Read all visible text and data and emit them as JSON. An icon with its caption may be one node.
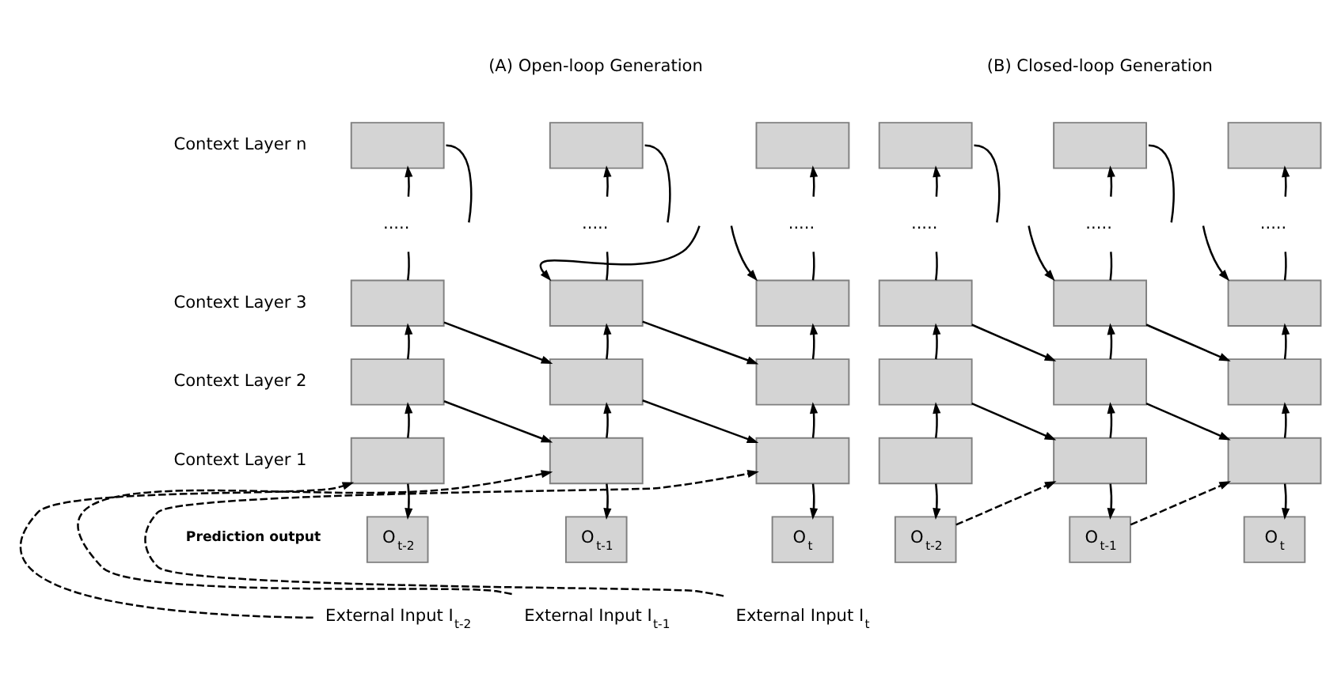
{
  "diagram": {
    "nodes": [
      {
        "text": [],
        "shape": "box"
      },
      {
        "text": [],
        "shape": "box"
      },
      {
        "text": [],
        "shape": "box"
      },
      {
        "text": [
          "....."
        ]
      },
      {
        "text": [
          "....."
        ]
      },
      {
        "text": [
          "....."
        ]
      },
      {
        "text": [],
        "shape": "box"
      },
      {
        "text": [],
        "shape": "box"
      },
      {
        "text": [],
        "shape": "box"
      },
      {
        "text": [],
        "shape": "box"
      },
      {
        "text": [],
        "shape": "box"
      },
      {
        "text": [],
        "shape": "box"
      },
      {
        "text": [],
        "shape": "box"
      },
      {
        "text": [],
        "shape": "box"
      },
      {
        "text": [],
        "shape": "box"
      },
      {
        "text": [
          "O$_{t-2}$"
        ]
      },
      {
        "text": [
          "O$_{t-1}$"
        ]
      },
      {
        "text": [
          "O$_{t}$"
        ]
      },
      {
        "text": [
          "External Input I$_{t-2}$"
        ]
      },
      {
        "text": [
          "External Input I$_{t-1}$"
        ]
      },
      {
        "text": [
          "External Input I$_{t}$"
        ]
      },
      {
        "text": [],
        "shape": "box"
      },
      {
        "text": [],
        "shape": "box"
      },
      {
        "text": [],
        "shape": "box"
      },
      {
        "text": [
          "....."
        ]
      },
      {
        "text": [
          "....."
        ]
      },
      {
        "text": [
          "....."
        ]
      },
      {
        "text": [],
        "shape": "box"
      },
      {
        "text": [],
        "shape": "box"
      },
      {
        "text": [],
        "shape": "box"
      },
      {
        "text": [],
        "shape": "box"
      },
      {
        "text": [],
        "shape": "box"
      },
      {
        "text": [],
        "shape": "box"
      },
      {
        "text": [],
        "shape": "box"
      },
      {
        "text": [],
        "shape": "box"
      },
      {
        "text": [],
        "shape": "box"
      },
      {
        "text": [
          "O$_{t-2}$"
        ]
      },
      {
        "text": [
          "O$_{t-1}$"
        ]
      },
      {
        "text": [
          "O$_{t}$"
        ]
      }
    ],
    "edges": [
      {
        "from": 3,
        "to": 0,
        "arrow": "to"
      },
      {
        "from": 4,
        "to": 1,
        "arrow": "to"
      },
      {
        "from": 5,
        "to": 2,
        "arrow": "to"
      },
      {
        "from": 0,
        "to": null,
        "arrow": "none"
      },
      {
        "from": 1,
        "to": null,
        "arrow": "none"
      },
      {
        "from": 6,
        "to": 3,
        "arrow": "none"
      },
      {
        "from": 7,
        "to": 4,
        "arrow": "none"
      },
      {
        "from": 8,
        "to": 5,
        "arrow": "none"
      },
      {
        "from": null,
        "to": 7,
        "arrow": "to"
      },
      {
        "from": null,
        "to": 8,
        "arrow": "to"
      },
      {
        "from": 9,
        "to": 6,
        "arrow": "to"
      },
      {
        "from": 10,
        "to": 7,
        "arrow": "to"
      },
      {
        "from": 11,
        "to": 8,
        "arrow": "to"
      },
      {
        "from": 6,
        "to": 10,
        "arrow": "to"
      },
      {
        "from": 7,
        "to": 11,
        "arrow": "to"
      },
      {
        "from": 12,
        "to": 9,
        "arrow": "to"
      },
      {
        "from": 13,
        "to": 10,
        "arrow": "to"
      },
      {
        "from": 14,
        "to": 11,
        "arrow": "to"
      },
      {
        "from": 9,
        "to": 13,
        "arrow": "to"
      },
      {
        "from": 10,
        "to": 14,
        "arrow": "to"
      },
      {
        "from": 12,
        "to": 15,
        "arrow": "to"
      },
      {
        "from": 13,
        "to": 16,
        "arrow": "to"
      },
      {
        "from": 14,
        "to": 17,
        "arrow": "to"
      },
      {
        "from": 18,
        "to": 12,
        "arrow": "to",
        "style": "dashed"
      },
      {
        "from": 19,
        "to": 13,
        "arrow": "to",
        "style": "dashed"
      },
      {
        "from": 20,
        "to": 14,
        "arrow": "to",
        "style": "dashed"
      },
      {
        "from": 24,
        "to": 21,
        "arrow": "to"
      },
      {
        "from": 25,
        "to": 22,
        "arrow": "to"
      },
      {
        "from": 26,
        "to": 23,
        "arrow": "to"
      },
      {
        "from": 21,
        "to": null,
        "arrow": "none"
      },
      {
        "from": 22,
        "to": null,
        "arrow": "none"
      },
      {
        "from": 27,
        "to": 24,
        "arrow": "none"
      },
      {
        "from": 28,
        "to": 25,
        "arrow": "none"
      },
      {
        "from": 29,
        "to": 26,
        "arrow": "none"
      },
      {
        "from": null,
        "to": 28,
        "arrow": "to"
      },
      {
        "from": null,
        "to": 29,
        "arrow": "to"
      },
      {
        "from": 30,
        "to": 27,
        "arrow": "to"
      },
      {
        "from": 31,
        "to": 28,
        "arrow": "to"
      },
      {
        "from": 32,
        "to": 29,
        "arrow": "to"
      },
      {
        "from": 27,
        "to": 31,
        "arrow": "to"
      },
      {
        "from": 28,
        "to": 32,
        "arrow": "to"
      },
      {
        "from": 33,
        "to": 30,
        "arrow": "to"
      },
      {
        "from": 34,
        "to": 31,
        "arrow": "to"
      },
      {
        "from": 35,
        "to": 32,
        "arrow": "to"
      },
      {
        "from": 30,
        "to": 34,
        "arrow": "to"
      },
      {
        "from": 31,
        "to": 35,
        "arrow": "to"
      },
      {
        "from": 33,
        "to": 36,
        "arrow": "to"
      },
      {
        "from": 34,
        "to": 37,
        "arrow": "to"
      },
      {
        "from": 35,
        "to": 38,
        "arrow": "to"
      },
      {
        "from": 36,
        "to": 34,
        "arrow": "to",
        "style": "dashed"
      },
      {
        "from": 37,
        "to": 35,
        "arrow": "to",
        "style": "dashed"
      }
    ],
    "labels": [
      "(A) Open-loop Generation",
      "(B) Closed-loop Generation",
      "Context Layer n",
      "Context Layer 3",
      "Context Layer 2",
      "Context Layer 1",
      "Prediction output"
    ]
  }
}
